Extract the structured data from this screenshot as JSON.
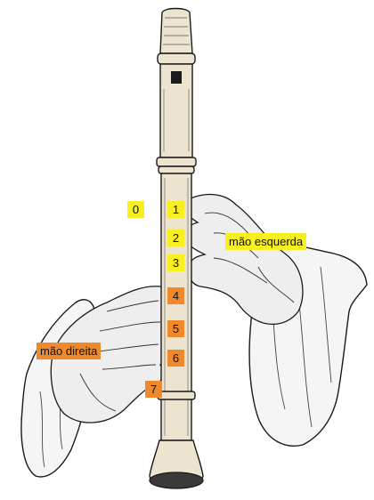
{
  "colors": {
    "left_hand_tag": "#f7ef1f",
    "right_hand_tag": "#f0892b",
    "ink": "#1a1a1a",
    "wood": "#ede4d0"
  },
  "illustration": "recorder-with-hands-engraving",
  "labels": {
    "hole_0": "0",
    "hole_1": "1",
    "hole_2": "2",
    "hole_3": "3",
    "hole_4": "4",
    "hole_5": "5",
    "hole_6": "6",
    "hole_7": "7",
    "left_hand": "mão esquerda",
    "right_hand": "mão direita"
  }
}
